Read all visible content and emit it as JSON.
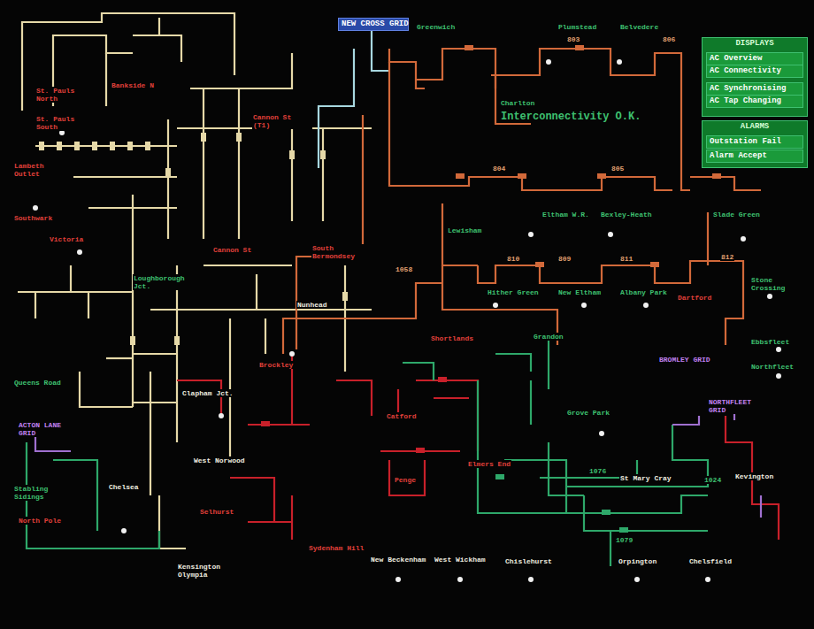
{
  "diagram": {
    "nodes": [
      {
        "text": [
          "DISPLAYS"
        ]
      },
      {
        "text": [
          "AC Overview"
        ],
        "in": 0
      },
      {
        "text": [
          "AC Connectivity"
        ],
        "in": 0
      },
      {
        "text": [
          "AC Synchronising"
        ],
        "in": 0
      },
      {
        "text": [
          "AC Tap Changing"
        ],
        "in": 0
      },
      {
        "text": [
          "ALARMS"
        ]
      },
      {
        "text": [
          "Outstation Fail"
        ],
        "in": 5
      },
      {
        "text": [
          "Alarm Accept"
        ],
        "in": 5
      },
      {
        "text": [
          "NEW CROSS GRID"
        ]
      }
    ],
    "labels": [
      "Interconnectivity O.K.",
      "St. Pauls North",
      "Bankside N",
      "St. Pauls South",
      "Cannon St (T1)",
      "Lambeth Outlet",
      "Southwark",
      "Cannon St",
      "South Bermondsey",
      "Greenwich",
      "Plumstead",
      "Belvedere",
      "Charlton",
      "Eltham W.R.",
      "Bexley-Heath",
      "Slade Green",
      "Lewisham",
      "Hither Green",
      "New Eltham",
      "Albany Park",
      "Dartford",
      "Stone Crossing",
      "Ebbsfleet",
      "Northfleet",
      "NORTHFLEET GRID",
      "BROMLEY GRID",
      "Grove Park",
      "Grandon",
      "Victoria",
      "Loughborough Jct.",
      "Nunhead",
      "Brockley",
      "Shortlands",
      "Catford",
      "Penge",
      "Elmers End",
      "Queens Road",
      "ACTON LANE GRID",
      "Clapham Jct.",
      "Stabling Sidings",
      "North Pole",
      "Chelsea",
      "Kensington Olympia",
      "West Norwood",
      "Selhurst",
      "Sydenham Hill",
      "New Beckenham",
      "West Wickham",
      "Chislehurst",
      "Orpington",
      "Chelsfield",
      "St Mary Cray",
      "Kevington",
      "803",
      "806",
      "804",
      "805",
      "809",
      "810",
      "811",
      "812",
      "1058",
      "1076",
      "1079",
      "1024"
    ]
  }
}
